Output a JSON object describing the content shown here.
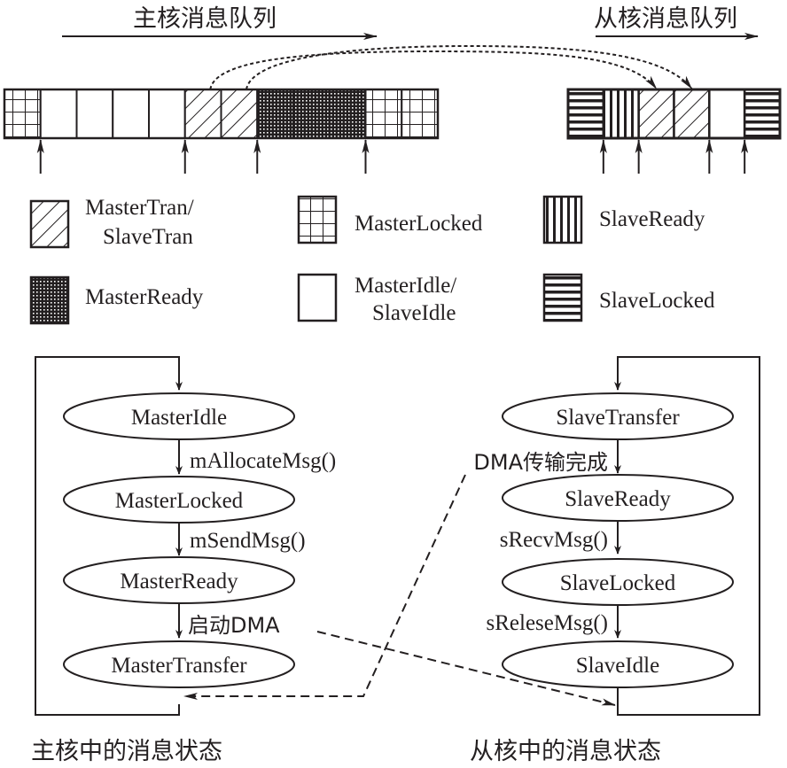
{
  "titles": {
    "master_queue": "主核消息队列",
    "slave_queue": "从核消息队列",
    "master_states": "主核中的消息状态",
    "slave_states": "从核中的消息状态"
  },
  "master_queue": {
    "cells": [
      "MasterLocked",
      "MasterIdle",
      "MasterIdle",
      "MasterIdle",
      "MasterIdle",
      "MasterTran",
      "MasterTran",
      "MasterReady",
      "MasterReady",
      "MasterReady",
      "MasterLocked",
      "MasterLocked"
    ],
    "pointer_boundaries": [
      1,
      5,
      7,
      10
    ]
  },
  "slave_queue": {
    "cells": [
      "SlaveLocked",
      "SlaveReady",
      "SlaveTran",
      "SlaveTran",
      "SlaveIdle",
      "SlaveLocked"
    ],
    "pointer_boundaries": [
      1,
      2,
      4,
      5
    ]
  },
  "transfer_links": [
    {
      "from_master_cell": 5,
      "to_slave_cell": 2
    },
    {
      "from_master_cell": 6,
      "to_slave_cell": 3
    }
  ],
  "legend": [
    {
      "pattern": "tran",
      "lines": [
        "MasterTran/",
        "SlaveTran"
      ]
    },
    {
      "pattern": "mlocked",
      "lines": [
        "MasterLocked"
      ]
    },
    {
      "pattern": "sready",
      "lines": [
        "SlaveReady"
      ]
    },
    {
      "pattern": "mready",
      "lines": [
        "MasterReady"
      ]
    },
    {
      "pattern": "idle",
      "lines": [
        "MasterIdle/",
        "SlaveIdle"
      ]
    },
    {
      "pattern": "slocked",
      "lines": [
        "SlaveLocked"
      ]
    }
  ],
  "master_fsm": {
    "states": [
      "MasterIdle",
      "MasterLocked",
      "MasterReady",
      "MasterTransfer"
    ],
    "transitions": [
      "mAllocateMsg()",
      "mSendMsg()",
      "启动DMA"
    ]
  },
  "slave_fsm": {
    "states": [
      "SlaveTransfer",
      "SlaveReady",
      "SlaveLocked",
      "SlaveIdle"
    ],
    "transitions": [
      "DMA传输完成",
      "sRecvMsg()",
      "sReleseMsg()"
    ]
  },
  "colors": {
    "ink": "#231f20",
    "background": "#ffffff"
  }
}
